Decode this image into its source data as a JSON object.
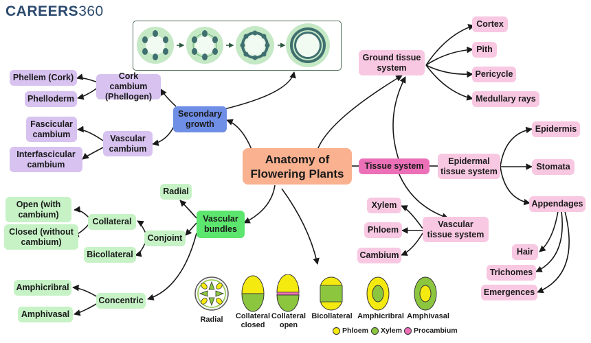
{
  "logo": {
    "brand": "CAREERS",
    "number": "360"
  },
  "center": "Anatomy of Flowering Plants",
  "tissue_system": {
    "label": "Tissue system",
    "ground": {
      "label": "Ground tissue system",
      "children": [
        "Cortex",
        "Pith",
        "Pericycle",
        "Medullary rays"
      ]
    },
    "epidermal": {
      "label": "Epidermal tissue system",
      "children": [
        "Epidermis",
        "Stomata",
        "Appendages"
      ],
      "appendages": [
        "Hair",
        "Trichomes",
        "Emergences"
      ]
    },
    "vascular": {
      "label": "Vascular tissue system",
      "children": [
        "Xylem",
        "Phloem",
        "Cambium"
      ]
    }
  },
  "secondary_growth": {
    "label": "Secondary growth",
    "cork_cambium": {
      "label": "Cork cambium (Phellogen)",
      "children": [
        "Phellem (Cork)",
        "Phelloderm"
      ]
    },
    "vascular_cambium": {
      "label": "Vascular cambium",
      "children": [
        "Fascicular cambium",
        "Interfascicular cambium"
      ]
    }
  },
  "vascular_bundles": {
    "label": "Vascular bundles",
    "radial": "Radial",
    "conjoint": {
      "label": "Conjoint",
      "collateral": {
        "label": "Collateral",
        "children": [
          "Open (with cambium)",
          "Closed (without cambium)"
        ]
      },
      "bicollateral": "Bicollateral"
    },
    "concentric": {
      "label": "Concentric",
      "children": [
        "Amphicribral",
        "Amphivasal"
      ]
    }
  },
  "bundle_types": [
    "Radial",
    "Collateral closed",
    "Collateral open",
    "Bicollateral",
    "Amphicribral",
    "Amphivasal"
  ],
  "legend": [
    "Phloem",
    "Xylem",
    "Procambium"
  ],
  "colors": {
    "phloem": "#f5ea10",
    "xylem": "#8cc63f",
    "procambium": "#ec70b8",
    "tissue": "#ec70b8",
    "secondary": "#6f8ee6",
    "vascular": "#5ce66e",
    "center": "#f9b190"
  }
}
